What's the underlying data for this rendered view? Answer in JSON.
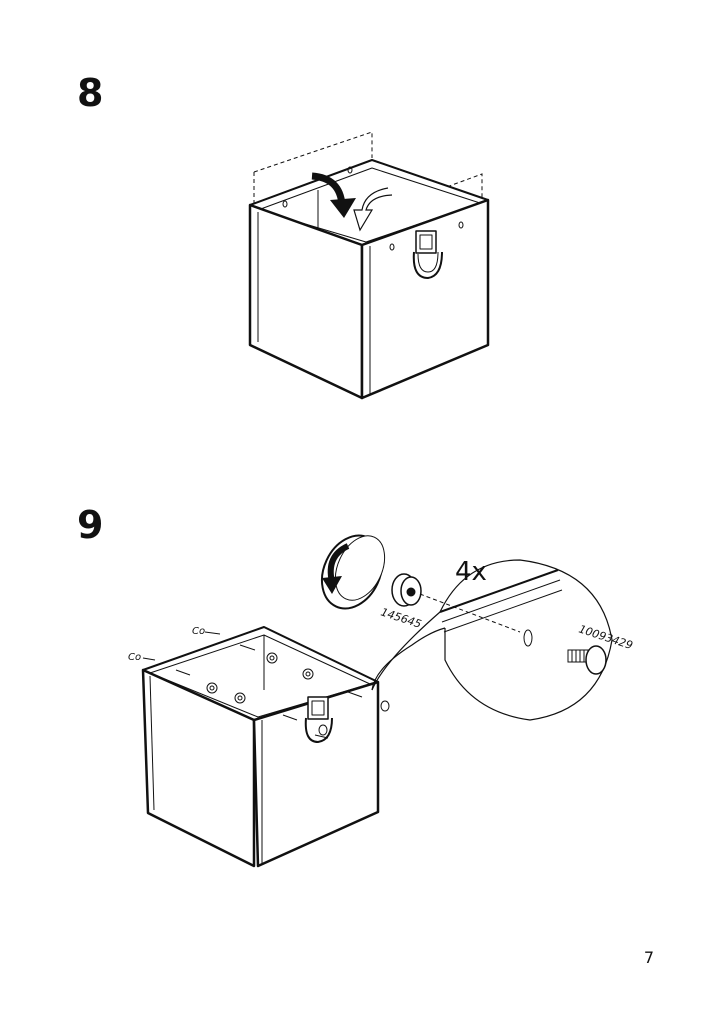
{
  "steps": [
    {
      "number": "8",
      "illustration": "fold-box-top-edges",
      "icons": [
        "fold-down-arrow-icon"
      ]
    },
    {
      "number": "9",
      "illustration": "insert-fittings-into-box",
      "icons": [
        "rotate-arrow-icon"
      ],
      "quantity_label": "4x",
      "part_numbers": {
        "knob": "145645",
        "screw": "10093429"
      }
    }
  ],
  "page_number": "7"
}
